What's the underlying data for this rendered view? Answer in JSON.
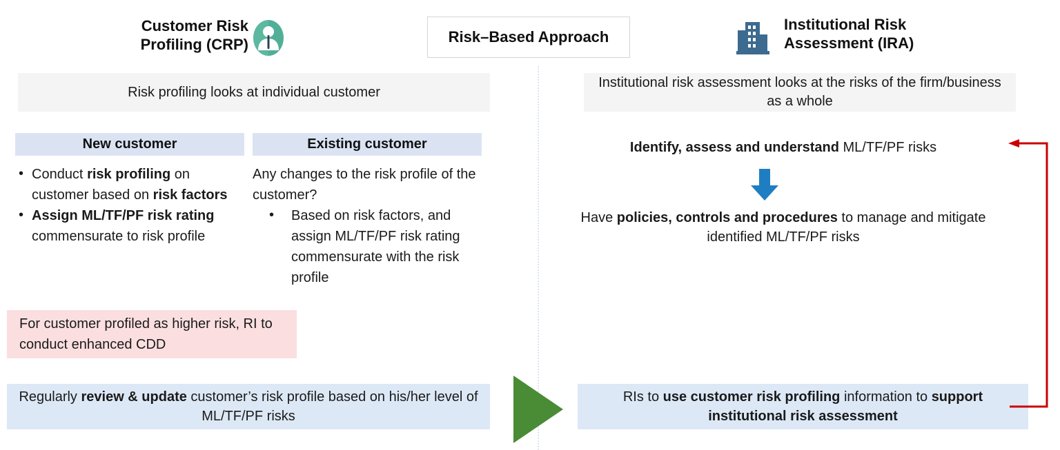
{
  "header": {
    "left": {
      "title_line1": "Customer Risk",
      "title_line2": "Profiling (CRP)",
      "icon": "person-avatar-icon",
      "icon_color": "#5cb8a0"
    },
    "center": {
      "label": "Risk–Based Approach"
    },
    "right": {
      "title_line1": "Institutional Risk",
      "title_line2": "Assessment (IRA)",
      "icon": "office-building-icon",
      "icon_color": "#3d6a8f"
    }
  },
  "left_column": {
    "intro": "Risk profiling looks at individual customer",
    "col_new": {
      "heading": "New customer",
      "bullets": [
        {
          "parts": [
            {
              "text": "Conduct ",
              "bold": false
            },
            {
              "text": "risk profiling",
              "bold": true
            },
            {
              "text": " on customer based on ",
              "bold": false
            },
            {
              "text": "risk factors",
              "bold": true
            }
          ]
        },
        {
          "parts": [
            {
              "text": "Assign ML/TF/PF risk rating",
              "bold": true
            },
            {
              "text": " commensurate to risk profile",
              "bold": false
            }
          ]
        }
      ]
    },
    "col_existing": {
      "heading": "Existing customer",
      "lead": "Any changes to the risk profile of the customer?",
      "bullets": [
        {
          "parts": [
            {
              "text": "Based on risk factors, and assign ML/TF/PF risk rating commensurate with the risk profile",
              "bold": false
            }
          ]
        }
      ]
    },
    "callout": "For customer profiled as higher risk, RI to conduct enhanced CDD",
    "footer": {
      "parts": [
        {
          "text": "Regularly ",
          "bold": false
        },
        {
          "text": "review & update",
          "bold": true
        },
        {
          "text": " customer’s risk profile based on his/her level of ML/TF/PF risks",
          "bold": false
        }
      ]
    }
  },
  "right_column": {
    "intro": "Institutional risk assessment looks at the risks of the firm/business as a whole",
    "step1": {
      "parts": [
        {
          "text": "Identify, assess and understand",
          "bold": true
        },
        {
          "text": " ML/TF/PF risks",
          "bold": false
        }
      ]
    },
    "arrow": "down-arrow-icon",
    "step2": {
      "parts": [
        {
          "text": "Have ",
          "bold": false
        },
        {
          "text": "policies, controls and procedures",
          "bold": true
        },
        {
          "text": " to manage and mitigate identified ML/TF/PF risks",
          "bold": false
        }
      ]
    },
    "footer": {
      "parts": [
        {
          "text": "RIs to ",
          "bold": false
        },
        {
          "text": "use customer risk profiling",
          "bold": true
        },
        {
          "text": " information to ",
          "bold": false
        },
        {
          "text": "support institutional risk assessment",
          "bold": true
        }
      ]
    }
  },
  "connectors": {
    "flow_triangle": "green-right-triangle",
    "flow_triangle_color": "#4a8b36",
    "feedback_loop": "red-elbow-arrow",
    "feedback_loop_color": "#cc0000",
    "divider": "vertical-dotted-divider",
    "divider_color": "#dce6f5",
    "down_arrow_color": "#1f7ec2"
  },
  "colors": {
    "intro_bar_bg": "#f4f4f4",
    "column_header_bg": "#dbe3f3",
    "callout_bg": "#fbdfe0",
    "footer_bar_bg": "#dde8f6",
    "text": "#1a1a1a"
  }
}
